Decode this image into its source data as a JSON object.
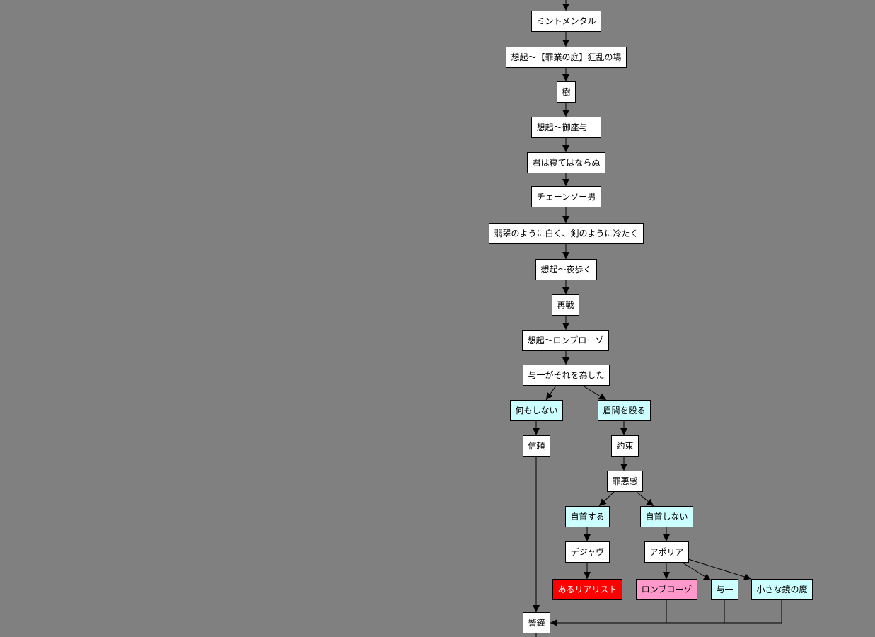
{
  "colors": {
    "background": "#808080",
    "scene": "#ffffff",
    "choice": "#ccffff",
    "ending_red": "#ff0000",
    "ending_pink": "#ff99cc",
    "line": "#000000"
  },
  "nodes": {
    "mint_mental": "ミントメンタル",
    "recall_sin_garden": "想起～【罪業の庭】狂乱の場",
    "tree": "樹",
    "recall_throne": "想起～御座与一",
    "must_not_sleep": "君は寝てはならぬ",
    "chainsaw_man": "チェーンソー男",
    "white_jade": "翡翠のように白く、剣のように冷たく",
    "recall_night_walk": "想起～夜歩く",
    "rematch": "再戦",
    "recall_lombroso": "想起～ロンブローゾ",
    "yoichi_did_it": "与一がそれを為した",
    "do_nothing": "何もしない",
    "hit_forehead": "眉間を殴る",
    "trust": "信頼",
    "promise": "約束",
    "guilt": "罪悪感",
    "surrender": "自首する",
    "not_surrender": "自首しない",
    "deja_vu": "デジャヴ",
    "aporia": "アポリア",
    "a_realist": "あるリアリスト",
    "lombroso": "ロンブローゾ",
    "yoichi": "与一",
    "small_mirror": "小さな鏡の魔",
    "alarm_bell": "警鐘"
  }
}
